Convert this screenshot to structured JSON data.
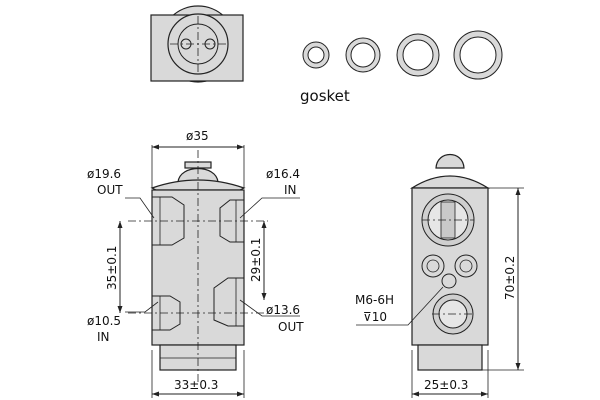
{
  "labels": {
    "gasket": "gosket",
    "top_width": "ø35",
    "out_left_dia": "ø19.6",
    "out_left": "OUT",
    "in_right_dia": "ø16.4",
    "in_right": "IN",
    "vert_left": "35±0.1",
    "vert_right": "29±0.1",
    "in_left_dia": "ø10.5",
    "in_left": "IN",
    "out_right_dia": "ø13.6",
    "out_right": "OUT",
    "bottom_width": "33±0.3",
    "thread": "M6-6H",
    "depth": "⊽10",
    "height_right": "70±0.2",
    "bottom_right_width": "25±0.3"
  }
}
